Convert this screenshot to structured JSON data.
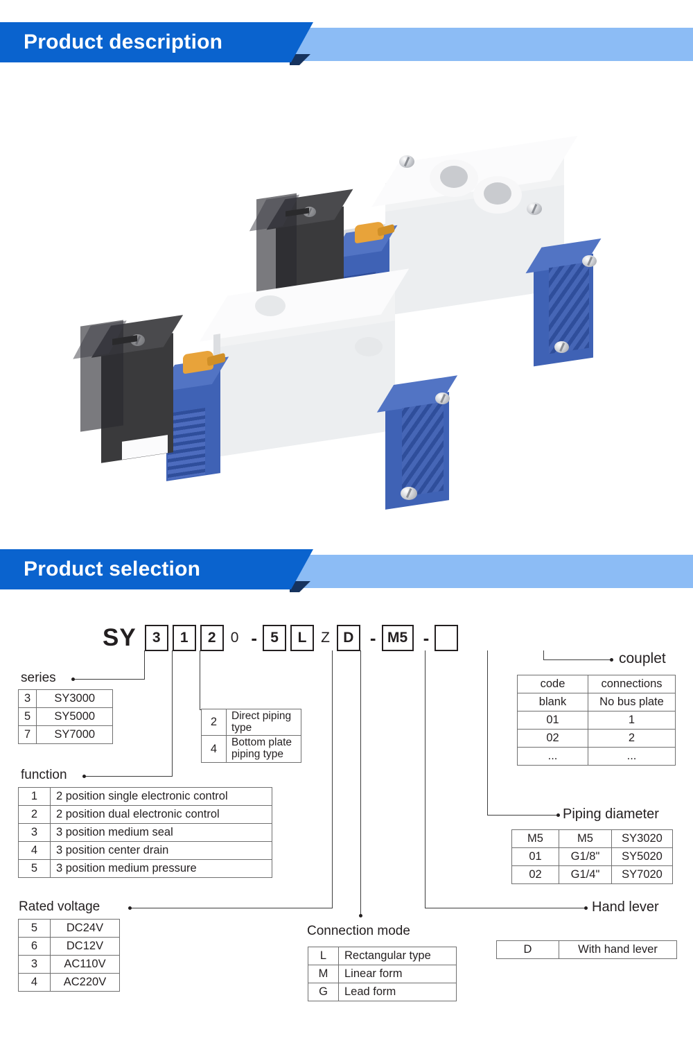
{
  "sections": {
    "description_title": "Product description",
    "selection_title": "Product selection"
  },
  "product_photo": {
    "alt": "two SY series solenoid valves, blue and white bodies with black solenoid connectors and orange hand levers",
    "colors": {
      "body_white": "#f2f3f4",
      "body_blue": "#3f62b5",
      "solenoid_black": "#3a3a3c",
      "lever_orange": "#e8a33a"
    }
  },
  "model_code": {
    "prefix": "SY",
    "parts": [
      {
        "text": "3",
        "boxed": true
      },
      {
        "text": "1",
        "boxed": true
      },
      {
        "text": "2",
        "boxed": true
      },
      {
        "text": "0",
        "boxed": false
      },
      {
        "text": "-",
        "dash": true
      },
      {
        "text": "5",
        "boxed": true
      },
      {
        "text": "L",
        "boxed": true
      },
      {
        "text": "Z",
        "boxed": false
      },
      {
        "text": "D",
        "boxed": true
      },
      {
        "text": "-",
        "dash": true
      },
      {
        "text": "M5",
        "boxed": true
      },
      {
        "text": "-",
        "dash": true
      },
      {
        "text": "",
        "boxed": true
      }
    ]
  },
  "series": {
    "label": "series",
    "rows": [
      {
        "code": "3",
        "value": "SY3000"
      },
      {
        "code": "5",
        "value": "SY5000"
      },
      {
        "code": "7",
        "value": "SY7000"
      }
    ]
  },
  "piping_type": {
    "rows": [
      {
        "code": "2",
        "value": "Direct piping type"
      },
      {
        "code": "4",
        "value": "Bottom plate piping type"
      }
    ]
  },
  "function": {
    "label": "function",
    "rows": [
      {
        "code": "1",
        "value": "2 position single electronic control"
      },
      {
        "code": "2",
        "value": "2 position dual electronic control"
      },
      {
        "code": "3",
        "value": "3 position medium seal"
      },
      {
        "code": "4",
        "value": "3 position center drain"
      },
      {
        "code": "5",
        "value": "3 position medium pressure"
      }
    ]
  },
  "rated_voltage": {
    "label": "Rated voltage",
    "rows": [
      {
        "code": "5",
        "value": "DC24V"
      },
      {
        "code": "6",
        "value": "DC12V"
      },
      {
        "code": "3",
        "value": "AC110V"
      },
      {
        "code": "4",
        "value": "AC220V"
      }
    ]
  },
  "connection_mode": {
    "label": "Connection mode",
    "rows": [
      {
        "code": "L",
        "value": "Rectangular type"
      },
      {
        "code": "M",
        "value": "Linear form"
      },
      {
        "code": "G",
        "value": "Lead form"
      }
    ]
  },
  "couplet": {
    "label": "couplet",
    "header": {
      "code": "code",
      "connections": "connections"
    },
    "rows": [
      {
        "code": "blank",
        "value": "No bus plate"
      },
      {
        "code": "01",
        "value": "1"
      },
      {
        "code": "02",
        "value": "2"
      },
      {
        "code": "...",
        "value": "..."
      }
    ]
  },
  "piping_diameter": {
    "label": "Piping diameter",
    "rows": [
      {
        "code": "M5",
        "size": "M5",
        "model": "SY3020"
      },
      {
        "code": "01",
        "size": "G1/8\"",
        "model": "SY5020"
      },
      {
        "code": "02",
        "size": "G1/4\"",
        "model": "SY7020"
      }
    ]
  },
  "hand_lever": {
    "label": "Hand lever",
    "rows": [
      {
        "code": "D",
        "value": "With hand lever"
      }
    ]
  }
}
